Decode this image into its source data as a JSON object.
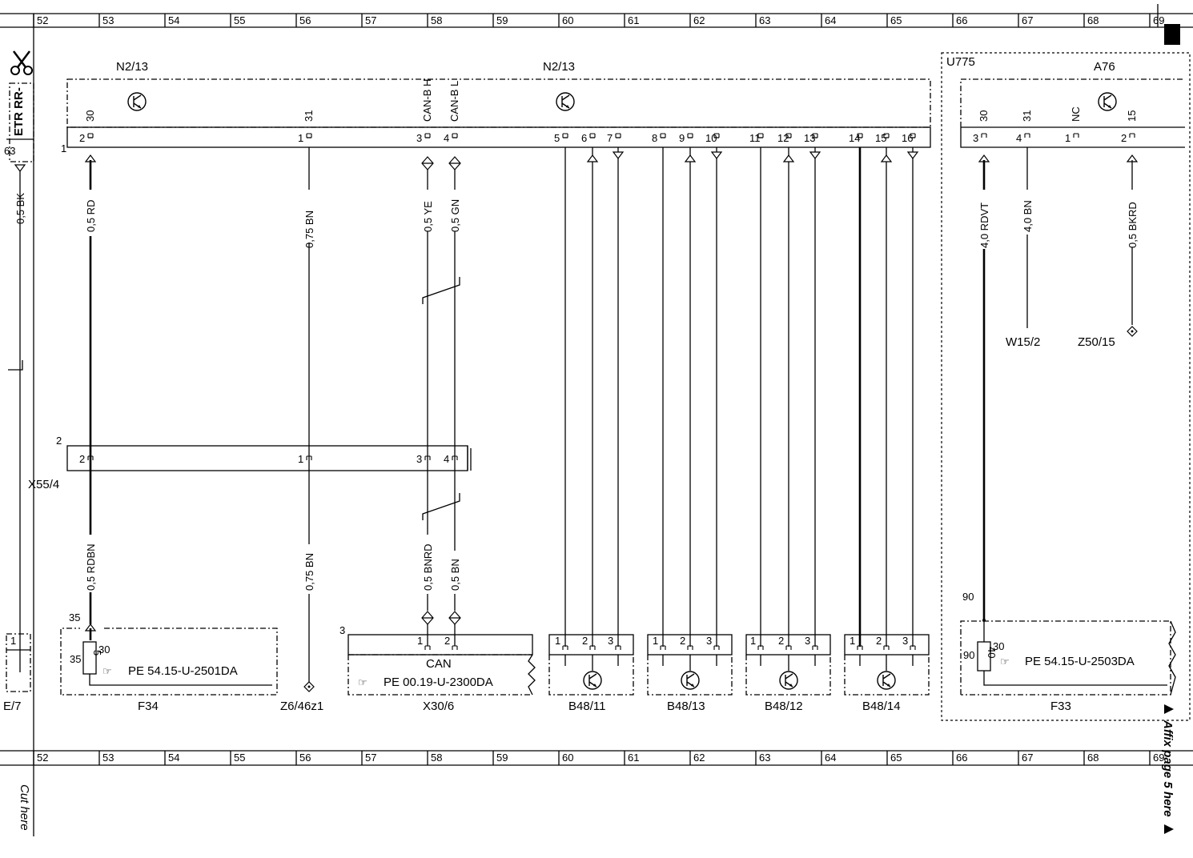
{
  "grid_columns": [
    "52",
    "53",
    "54",
    "55",
    "56",
    "57",
    "58",
    "59",
    "60",
    "61",
    "62",
    "63",
    "64",
    "65",
    "66",
    "67",
    "68",
    "69"
  ],
  "side_labels": {
    "left_top": "ETR RR-",
    "left_pin": "63",
    "left_wire": "0,5 BK",
    "left_bottom_pin": "1",
    "left_bottom_ref": "E/7",
    "bottom_left": "Cut here",
    "right_affix": "Affix page 5 here"
  },
  "components": {
    "n213_left": "N2/13",
    "n213_mid": "N2/13",
    "u775": "U775",
    "a76": "A76",
    "connector1_num": "1",
    "connector2_num": "2",
    "connector3_num": "3",
    "x55_4": "X55/4",
    "f34": "F34",
    "z6_46z1": "Z6/46z1",
    "x30_6": "X30/6",
    "b48_11": "B48/11",
    "b48_13": "B48/13",
    "b48_12": "B48/12",
    "b48_14": "B48/14",
    "f33": "F33",
    "w15_2": "W15/2",
    "z50_15": "Z50/15",
    "can_box": "CAN"
  },
  "n213_pins": [
    {
      "num": "2",
      "sig": "30"
    },
    {
      "num": "1",
      "sig": "31"
    },
    {
      "num": "3",
      "sig": "CAN-B H"
    },
    {
      "num": "4",
      "sig": "CAN-B L"
    },
    {
      "num": "5",
      "sig": ""
    },
    {
      "num": "6",
      "sig": ""
    },
    {
      "num": "7",
      "sig": ""
    },
    {
      "num": "8",
      "sig": ""
    },
    {
      "num": "9",
      "sig": ""
    },
    {
      "num": "10",
      "sig": ""
    },
    {
      "num": "11",
      "sig": ""
    },
    {
      "num": "12",
      "sig": ""
    },
    {
      "num": "13",
      "sig": ""
    },
    {
      "num": "14",
      "sig": ""
    },
    {
      "num": "15",
      "sig": ""
    },
    {
      "num": "16",
      "sig": ""
    }
  ],
  "a76_pins": [
    {
      "num": "3",
      "sig": "30"
    },
    {
      "num": "4",
      "sig": "31"
    },
    {
      "num": "1",
      "sig": "NC"
    },
    {
      "num": "2",
      "sig": "15"
    }
  ],
  "x55_pins": [
    "2",
    "1",
    "3",
    "4"
  ],
  "wires_upper": [
    "0,5 RD",
    "0,75 BN",
    "0,5 YE",
    "0,5 GN",
    "4,0 RDVT",
    "4,0 BN",
    "0,5 BKRD"
  ],
  "wires_lower": [
    "0,5 RDBN",
    "0,75 BN",
    "0,5 BNRD",
    "0,5 BN"
  ],
  "f34_pins": {
    "top": "35",
    "side": "35",
    "inner": "5",
    "right": "30"
  },
  "f33_pins": {
    "top": "90",
    "side": "90",
    "inner": "40",
    "right": "30"
  },
  "x30_pins": [
    "1",
    "2"
  ],
  "sensor_pins": [
    "1",
    "2",
    "3"
  ],
  "refs": {
    "f34_ref": "PE 54.15-U-2501DA",
    "x30_ref": "PE 00.19-U-2300DA",
    "f33_ref": "PE 54.15-U-2503DA"
  }
}
